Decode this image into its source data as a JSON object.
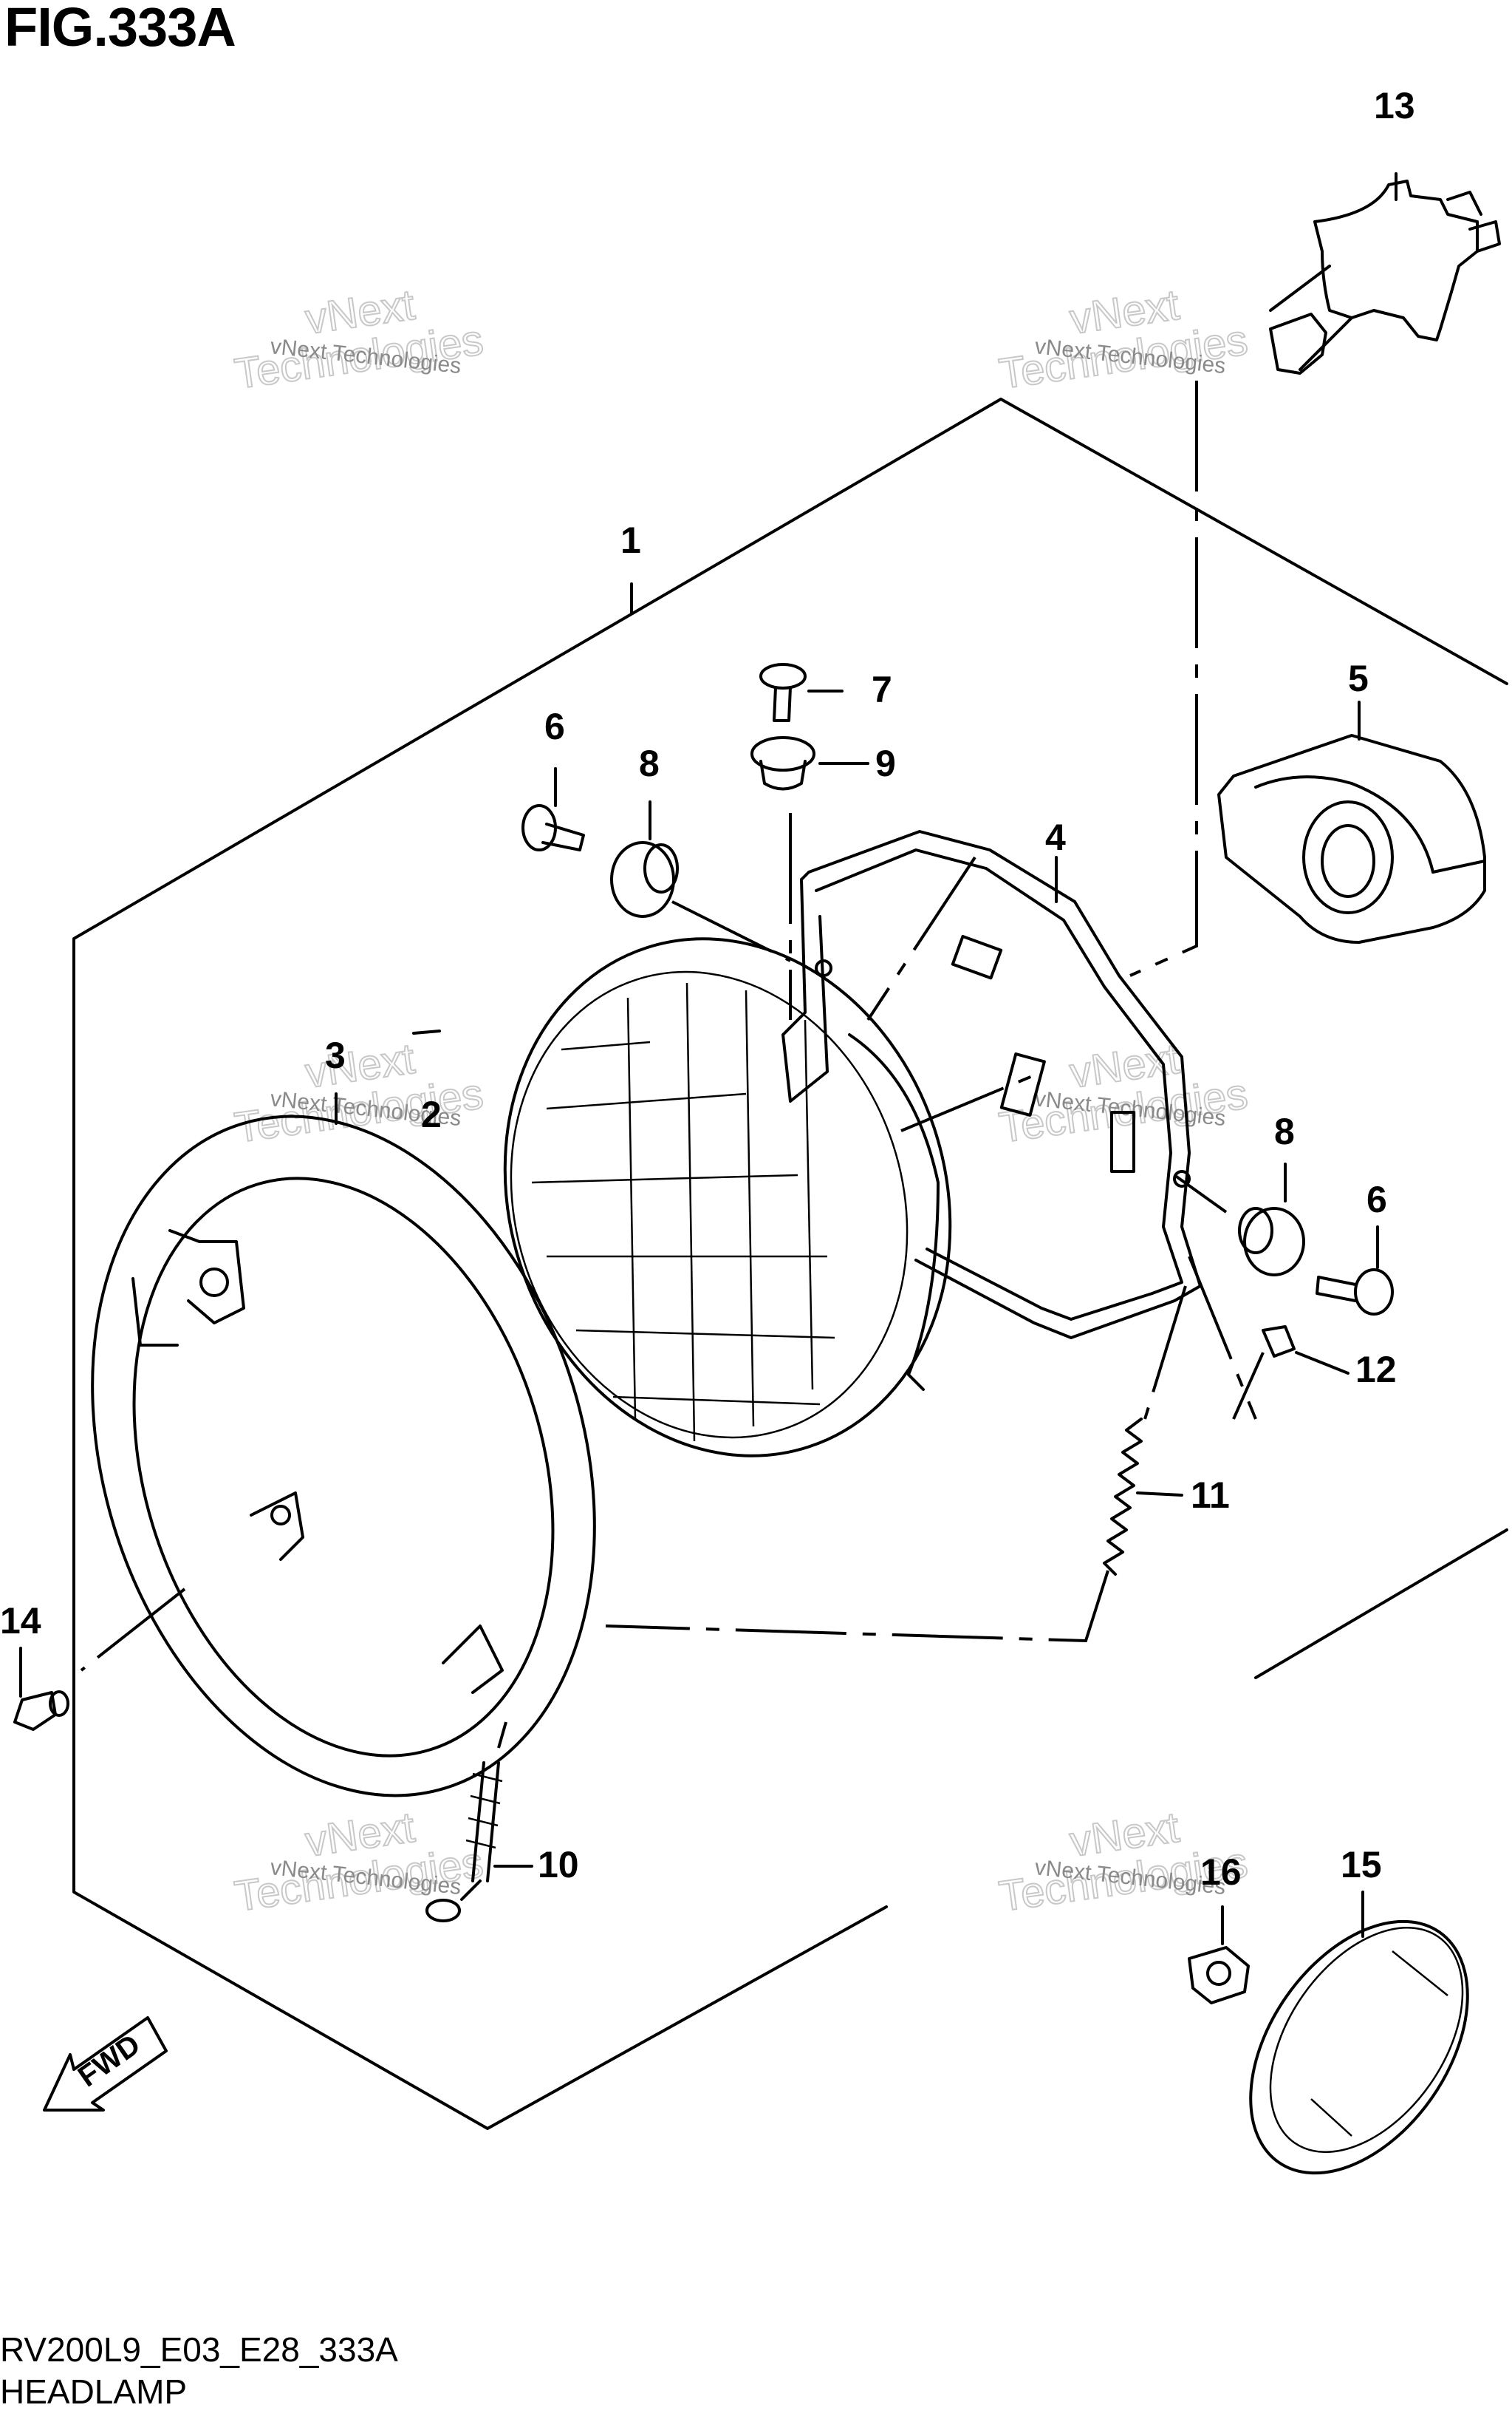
{
  "figure": {
    "title": "FIG.333A",
    "code": "RV200L9_E03_E28_333A",
    "caption": "HEADLAMP"
  },
  "watermark": {
    "small": "vNext Technologies",
    "line1": "vNext",
    "line2": "Technologies"
  },
  "direction_label": "FWD",
  "callouts": [
    {
      "id": "c1",
      "number": "1"
    },
    {
      "id": "c2",
      "number": "2"
    },
    {
      "id": "c3",
      "number": "3"
    },
    {
      "id": "c4",
      "number": "4"
    },
    {
      "id": "c5",
      "number": "5"
    },
    {
      "id": "c6a",
      "number": "6"
    },
    {
      "id": "c6b",
      "number": "6"
    },
    {
      "id": "c7",
      "number": "7"
    },
    {
      "id": "c8a",
      "number": "8"
    },
    {
      "id": "c8b",
      "number": "8"
    },
    {
      "id": "c9",
      "number": "9"
    },
    {
      "id": "c10",
      "number": "10"
    },
    {
      "id": "c11",
      "number": "11"
    },
    {
      "id": "c12",
      "number": "12"
    },
    {
      "id": "c13",
      "number": "13"
    },
    {
      "id": "c14",
      "number": "14"
    },
    {
      "id": "c15",
      "number": "15"
    },
    {
      "id": "c16",
      "number": "16"
    }
  ]
}
